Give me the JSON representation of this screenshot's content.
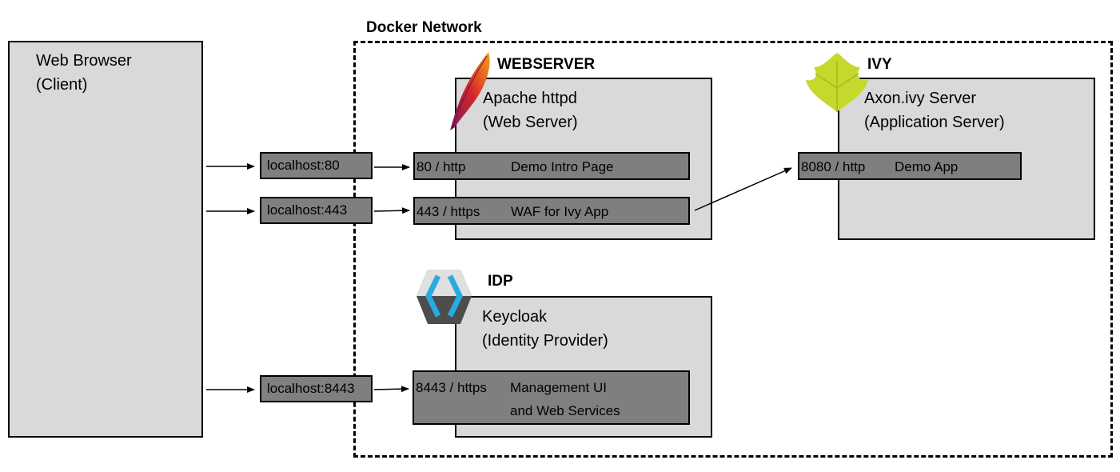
{
  "network": {
    "title": "Docker Network"
  },
  "client": {
    "line1": "Web Browser",
    "line2": "(Client)"
  },
  "external_ports": [
    "localhost:80",
    "localhost:443",
    "localhost:8443"
  ],
  "webserver": {
    "header": "WEBSERVER",
    "line1": "Apache httpd",
    "line2": "(Web Server)",
    "ports": [
      {
        "port": "80 / http",
        "desc": "Demo Intro Page"
      },
      {
        "port": "443 / https",
        "desc": "WAF for Ivy App"
      }
    ]
  },
  "ivy": {
    "header": "IVY",
    "line1": "Axon.ivy Server",
    "line2": "(Application Server)",
    "ports": [
      {
        "port": "8080 / http",
        "desc": "Demo App"
      }
    ]
  },
  "idp": {
    "header": "IDP",
    "line1": "Keycloak",
    "line2": "(Identity Provider)",
    "ports": [
      {
        "port": "8443 / https",
        "desc1": "Management UI",
        "desc2": "and Web Services"
      }
    ]
  },
  "icons": [
    "apache-feather-icon",
    "ivy-leaf-icon",
    "keycloak-icon"
  ],
  "colors": {
    "box_fill": "#d9d9d9",
    "port_fill": "#7f7f7f",
    "ivy_leaf": "#c5d92c",
    "keycloak_blue": "#29aae1"
  }
}
